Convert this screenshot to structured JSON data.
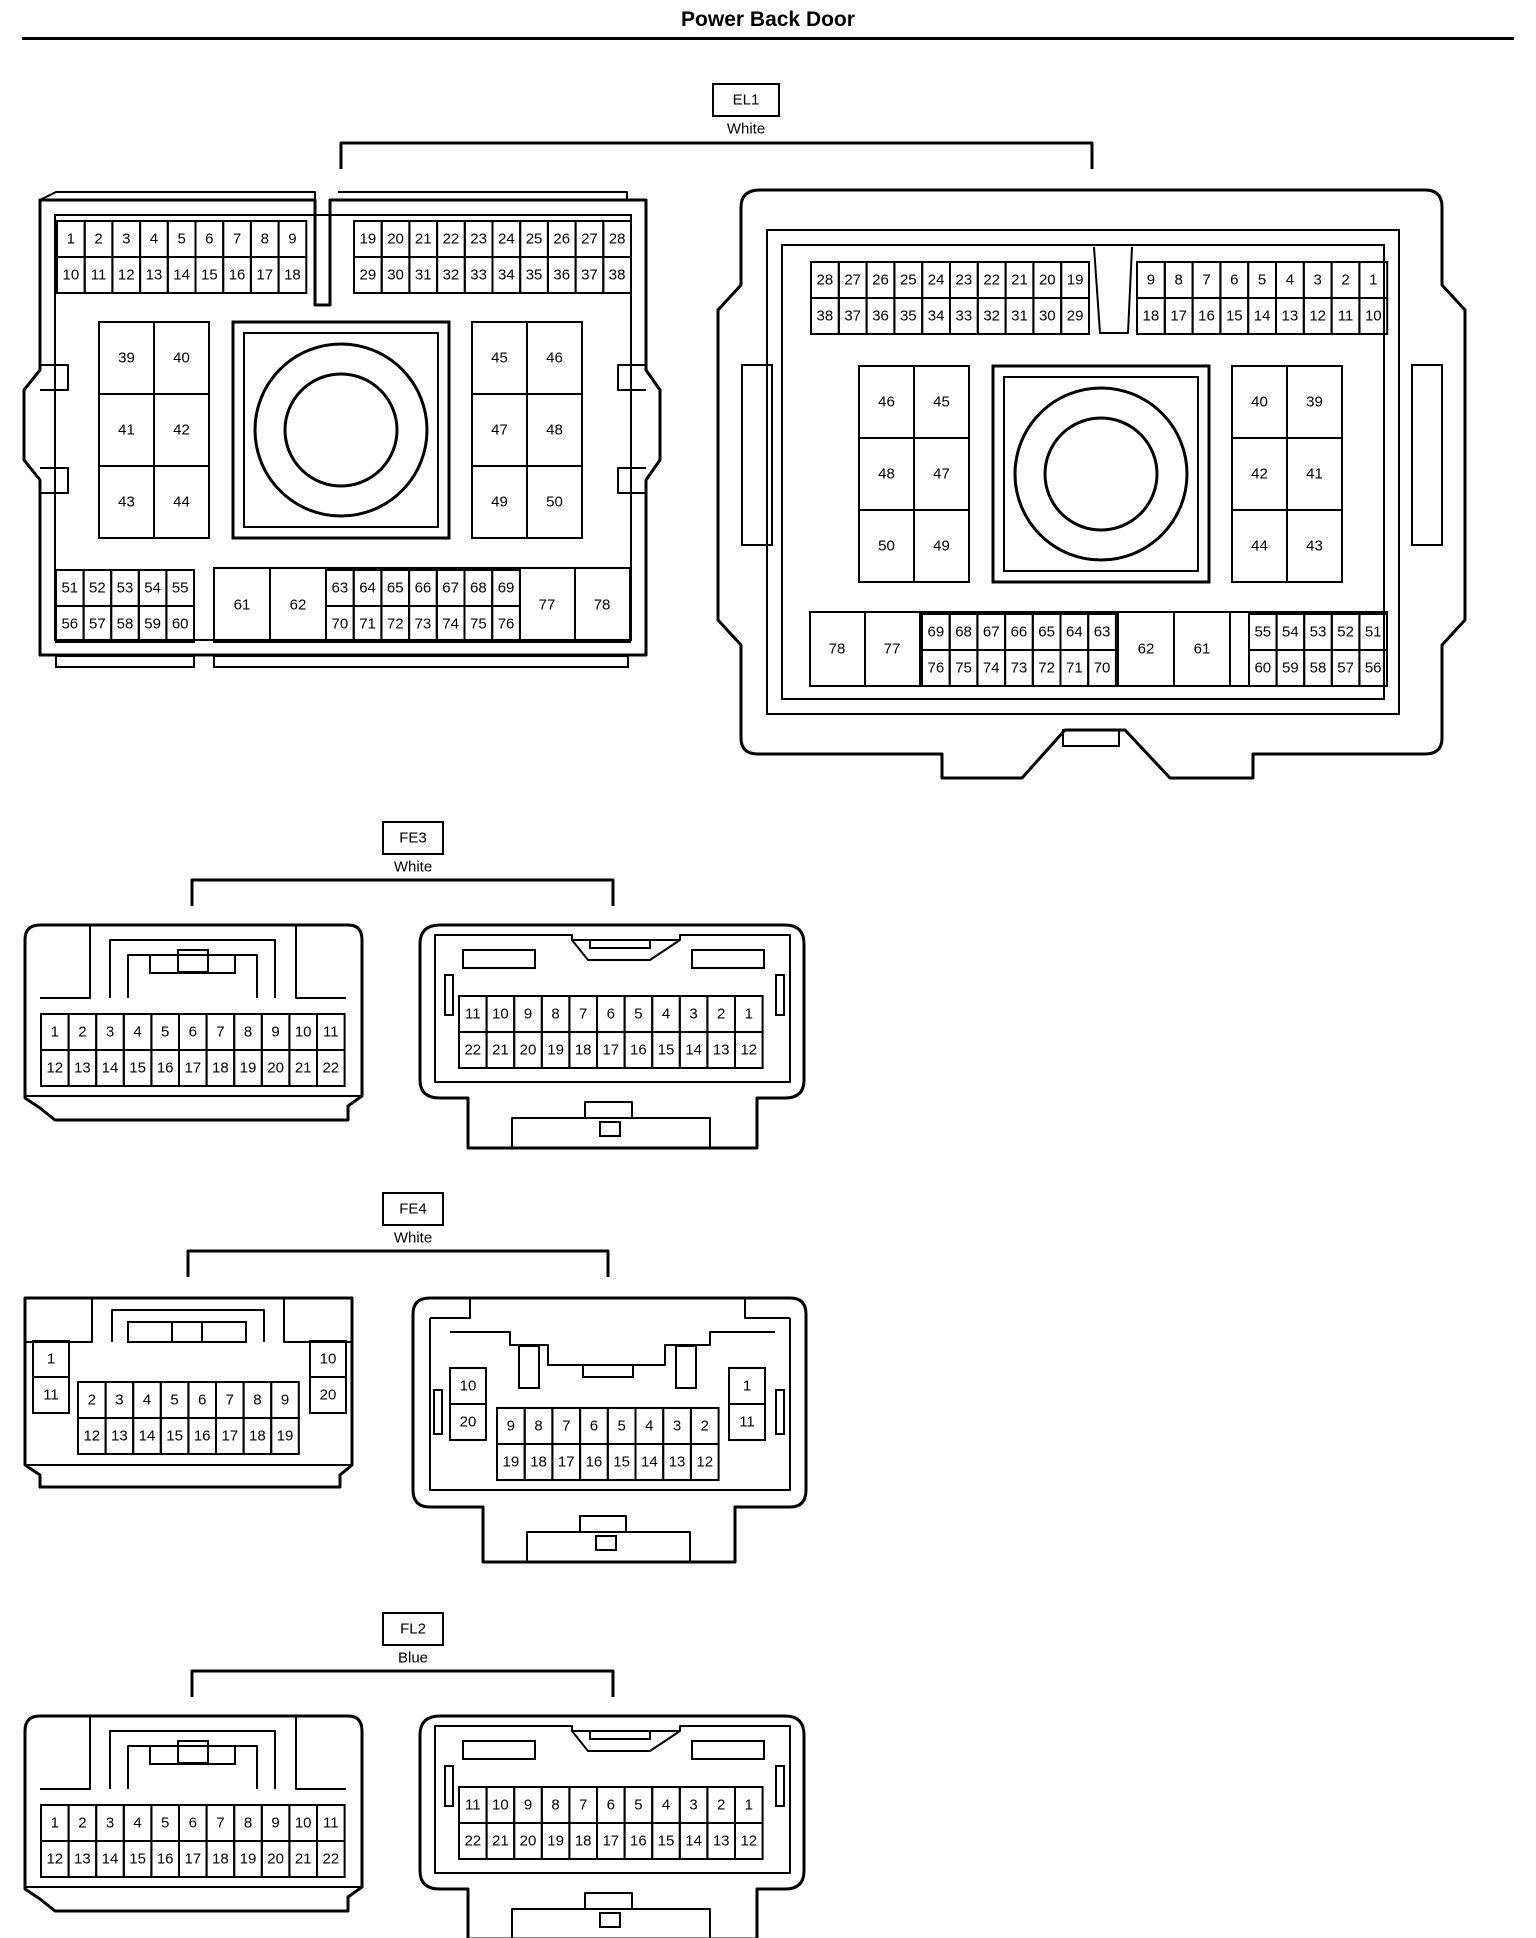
{
  "page": {
    "title": "Power Back Door"
  },
  "connectors": [
    {
      "id": "EL1",
      "color": "White",
      "views": [
        {
          "kind": "el1-left",
          "top_row_a": [
            "1",
            "2",
            "3",
            "4",
            "5",
            "6",
            "7",
            "8",
            "9"
          ],
          "top_row_b": [
            "10",
            "11",
            "12",
            "13",
            "14",
            "15",
            "16",
            "17",
            "18"
          ],
          "top_row_c": [
            "19",
            "20",
            "21",
            "22",
            "23",
            "24",
            "25",
            "26",
            "27",
            "28"
          ],
          "top_row_d": [
            "29",
            "30",
            "31",
            "32",
            "33",
            "34",
            "35",
            "36",
            "37",
            "38"
          ],
          "block_left": [
            [
              "39",
              "40"
            ],
            [
              "41",
              "42"
            ],
            [
              "43",
              "44"
            ]
          ],
          "block_right": [
            [
              "45",
              "46"
            ],
            [
              "47",
              "48"
            ],
            [
              "49",
              "50"
            ]
          ],
          "bot_small_a": [
            "51",
            "52",
            "53",
            "54",
            "55"
          ],
          "bot_small_b": [
            "56",
            "57",
            "58",
            "59",
            "60"
          ],
          "bot_large": [
            "61",
            "62"
          ],
          "bot_mid_a": [
            "63",
            "64",
            "65",
            "66",
            "67",
            "68",
            "69"
          ],
          "bot_mid_b": [
            "70",
            "71",
            "72",
            "73",
            "74",
            "75",
            "76"
          ],
          "bot_end": [
            "77",
            "78"
          ]
        },
        {
          "kind": "el1-right",
          "top_row_a": [
            "28",
            "27",
            "26",
            "25",
            "24",
            "23",
            "22",
            "21",
            "20",
            "19"
          ],
          "top_row_b": [
            "38",
            "37",
            "36",
            "35",
            "34",
            "33",
            "32",
            "31",
            "30",
            "29"
          ],
          "top_row_c": [
            "9",
            "8",
            "7",
            "6",
            "5",
            "4",
            "3",
            "2",
            "1"
          ],
          "top_row_d": [
            "18",
            "17",
            "16",
            "15",
            "14",
            "13",
            "12",
            "11",
            "10"
          ],
          "block_left": [
            [
              "46",
              "45"
            ],
            [
              "48",
              "47"
            ],
            [
              "50",
              "49"
            ]
          ],
          "block_right": [
            [
              "40",
              "39"
            ],
            [
              "42",
              "41"
            ],
            [
              "44",
              "43"
            ]
          ],
          "bot_end": [
            "78",
            "77"
          ],
          "bot_mid_a": [
            "69",
            "68",
            "67",
            "66",
            "65",
            "64",
            "63"
          ],
          "bot_mid_b": [
            "76",
            "75",
            "74",
            "73",
            "72",
            "71",
            "70"
          ],
          "bot_large": [
            "62",
            "61"
          ],
          "bot_small_a": [
            "55",
            "54",
            "53",
            "52",
            "51"
          ],
          "bot_small_b": [
            "60",
            "59",
            "58",
            "57",
            "56"
          ]
        }
      ]
    },
    {
      "id": "FE3",
      "color": "White",
      "views": [
        {
          "kind": "22-left",
          "row_a": [
            "1",
            "2",
            "3",
            "4",
            "5",
            "6",
            "7",
            "8",
            "9",
            "10",
            "11"
          ],
          "row_b": [
            "12",
            "13",
            "14",
            "15",
            "16",
            "17",
            "18",
            "19",
            "20",
            "21",
            "22"
          ]
        },
        {
          "kind": "22-right",
          "row_a": [
            "11",
            "10",
            "9",
            "8",
            "7",
            "6",
            "5",
            "4",
            "3",
            "2",
            "1"
          ],
          "row_b": [
            "22",
            "21",
            "20",
            "19",
            "18",
            "17",
            "16",
            "15",
            "14",
            "13",
            "12"
          ]
        }
      ]
    },
    {
      "id": "FE4",
      "color": "White",
      "views": [
        {
          "kind": "20-left",
          "side_left": [
            "1",
            "11"
          ],
          "side_right": [
            "10",
            "20"
          ],
          "row_a": [
            "2",
            "3",
            "4",
            "5",
            "6",
            "7",
            "8",
            "9"
          ],
          "row_b": [
            "12",
            "13",
            "14",
            "15",
            "16",
            "17",
            "18",
            "19"
          ]
        },
        {
          "kind": "20-right",
          "side_left": [
            "10",
            "20"
          ],
          "side_right": [
            "1",
            "11"
          ],
          "row_a": [
            "9",
            "8",
            "7",
            "6",
            "5",
            "4",
            "3",
            "2"
          ],
          "row_b": [
            "19",
            "18",
            "17",
            "16",
            "15",
            "14",
            "13",
            "12"
          ]
        }
      ]
    },
    {
      "id": "FL2",
      "color": "Blue",
      "views": [
        {
          "kind": "22-left",
          "row_a": [
            "1",
            "2",
            "3",
            "4",
            "5",
            "6",
            "7",
            "8",
            "9",
            "10",
            "11"
          ],
          "row_b": [
            "12",
            "13",
            "14",
            "15",
            "16",
            "17",
            "18",
            "19",
            "20",
            "21",
            "22"
          ]
        },
        {
          "kind": "22-right",
          "row_a": [
            "11",
            "10",
            "9",
            "8",
            "7",
            "6",
            "5",
            "4",
            "3",
            "2",
            "1"
          ],
          "row_b": [
            "22",
            "21",
            "20",
            "19",
            "18",
            "17",
            "16",
            "15",
            "14",
            "13",
            "12"
          ]
        }
      ]
    }
  ]
}
